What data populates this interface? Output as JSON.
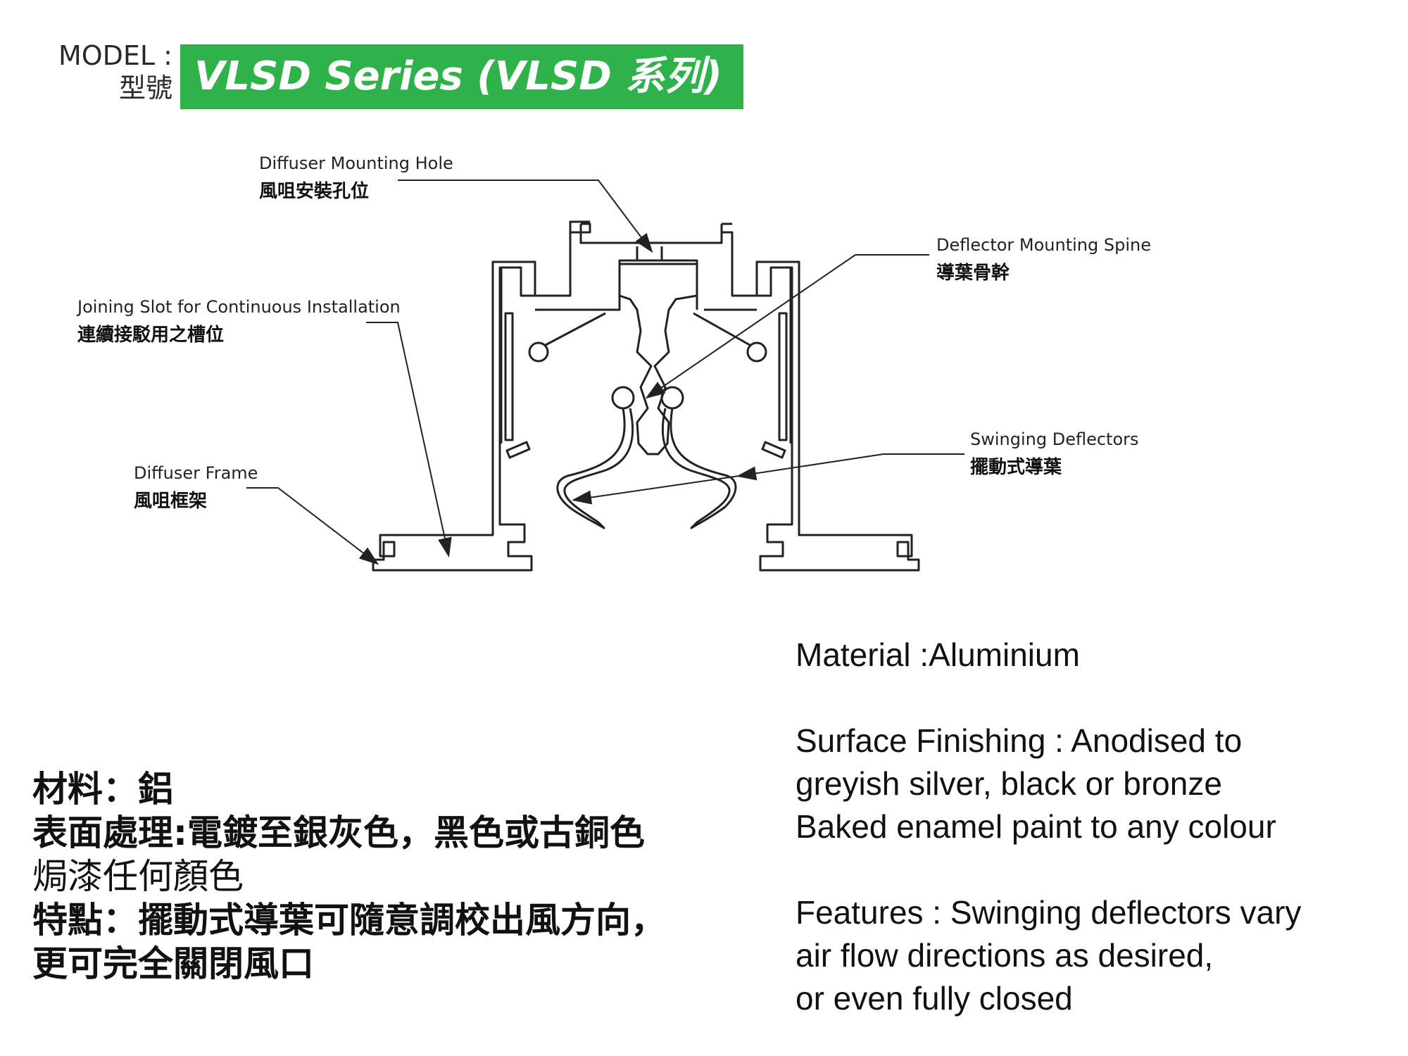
{
  "header": {
    "model_label_en": "MODEL :",
    "model_label_zh": "型號",
    "series_title": "VLSD Series (VLSD 系列)",
    "banner_color": "#2fb24a"
  },
  "callouts": {
    "mounting_hole": {
      "en": "Diffuser Mounting Hole",
      "zh": "風咀安裝孔位"
    },
    "spine": {
      "en": "Deflector Mounting Spine",
      "zh": "導葉骨幹"
    },
    "joining_slot": {
      "en": "Joining Slot for Continuous Installation",
      "zh": "連續接駁用之槽位"
    },
    "frame": {
      "en": "Diffuser Frame",
      "zh": "風咀框架"
    },
    "deflectors": {
      "en": "Swinging Deflectors",
      "zh": "擺動式導葉"
    }
  },
  "spec_zh": {
    "material": "材料：鋁",
    "finish": "表面處理:電鍍至銀灰色，黑色或古銅色",
    "paint": "焗漆任何顏色",
    "features_1": "特點：擺動式導葉可隨意調校出風方向，",
    "features_2": "更可完全關閉風口"
  },
  "spec_en": {
    "material": "Material  :Aluminium",
    "finish_1": "Surface Finishing :  Anodised to",
    "finish_2": "greyish silver, black or bronze",
    "finish_3": "Baked enamel paint to any colour",
    "features_1": "Features : Swinging deflectors vary",
    "features_2": "air flow directions as desired,",
    "features_3": "or even fully closed"
  }
}
